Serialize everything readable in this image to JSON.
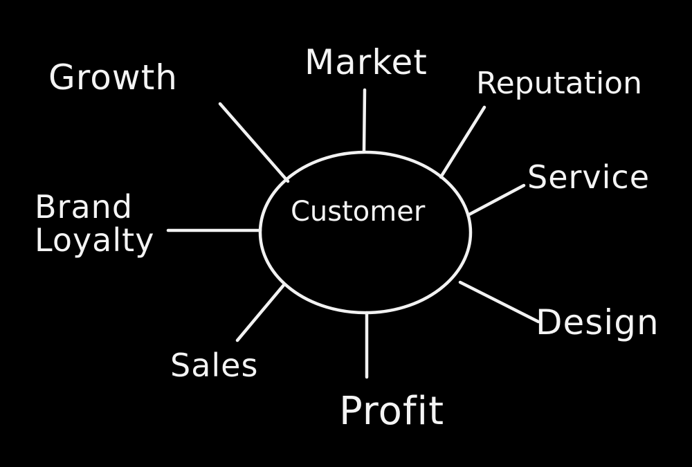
{
  "center": {
    "label": "Customer"
  },
  "nodes": {
    "growth": "Growth",
    "market": "Market",
    "reputation": "Reputation",
    "service": "Service",
    "brand_loyalty": "Brand\nLoyalty",
    "design": "Design",
    "sales": "Sales",
    "profit": "Profit"
  },
  "colors": {
    "background": "#000000",
    "chalk": "#f2f2f2"
  }
}
